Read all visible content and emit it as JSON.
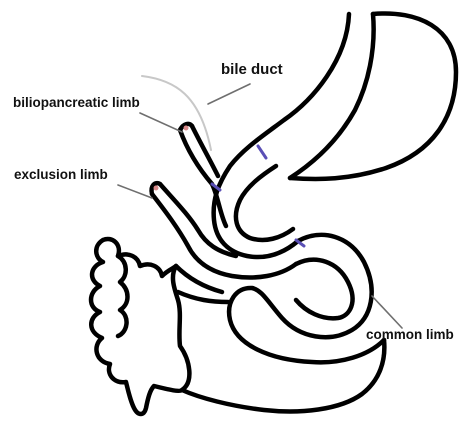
{
  "diagram": {
    "labels": {
      "bile_duct": "bile duct",
      "biliopancreatic_limb": "biliopancreatic  limb",
      "exclusion_limb": "exclusion limb",
      "common_limb": "common limb"
    },
    "colors": {
      "outline": "#000000",
      "leader_line": "#6f6f6f",
      "faint_duct": "#c8c8c8",
      "anastomosis_mark": "#5a4fb5",
      "stump_mark": "#d98a8a"
    }
  }
}
